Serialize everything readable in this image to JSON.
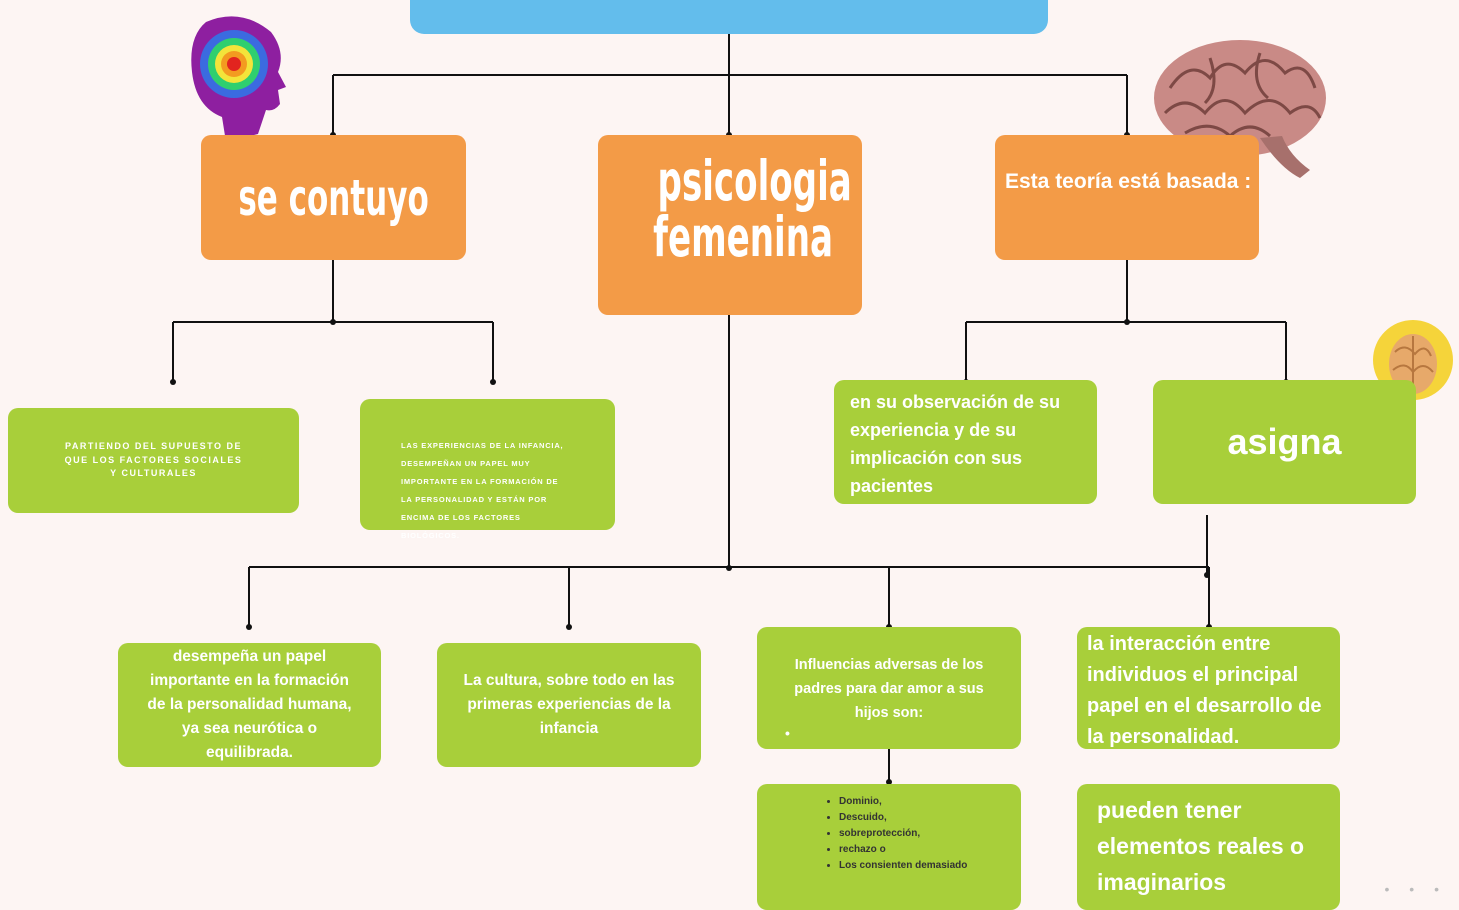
{
  "colors": {
    "orange": "#f39b47",
    "green": "#a8cf3a",
    "blue": "#63bdec",
    "line": "#111111"
  },
  "top": {
    "left": "se contuyo",
    "center_line1": "psicologia",
    "center_line2": "femenina",
    "right": "Esta teoría está basada :"
  },
  "row2": {
    "b1": "PARTIENDO DEL SUPUESTO DE QUE LOS FACTORES SOCIALES Y CULTURALES",
    "b2": "LAS EXPERIENCIAS DE LA INFANCIA, DESEMPEÑAN UN PAPEL MUY IMPORTANTE EN LA FORMACIÓN DE LA PERSONALIDAD Y ESTÁN POR ENCIMA DE LOS FACTORES BIOLÓGICOS.",
    "b3": "en su observación de su experiencia y de su implicación con sus pacientes",
    "b4": "asigna"
  },
  "row3": {
    "b1": "desempeña un papel importante en la formación de la personalidad humana, ya sea neurótica o equilibrada.",
    "b2": "La cultura, sobre todo en las primeras experiencias de la infancia",
    "b3": "Influencias adversas de los padres para dar amor a sus hijos son:",
    "b3_bullet": "•",
    "b4": "la interacción entre individuos el principal papel en el desarrollo de la personalidad."
  },
  "row4": {
    "list": [
      "Dominio,",
      "Descuido,",
      "sobreprotección,",
      "rechazo o",
      "Los consienten demasiado"
    ],
    "b2": "pueden tener elementos reales o imaginarios"
  },
  "icons": {
    "head": "head-heatmap-icon",
    "brain": "brain-icon",
    "bulb": "lightbulb-brain-icon"
  },
  "pager": "• • •"
}
